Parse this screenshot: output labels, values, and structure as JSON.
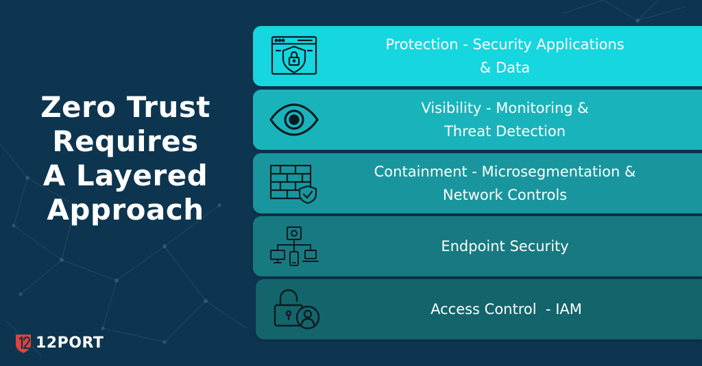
{
  "headline": {
    "lines": [
      "Zero Trust",
      "Requires",
      "A Layered",
      "Approach"
    ]
  },
  "layers": [
    {
      "icon": "browser-shield-lock-icon",
      "lines": [
        "Protection - Security Applications",
        "& Data"
      ],
      "color": "#16d6df"
    },
    {
      "icon": "eye-icon",
      "lines": [
        "Visibility - Monitoring &",
        "Threat Detection"
      ],
      "color": "#19b4bb"
    },
    {
      "icon": "firewall-shield-icon",
      "lines": [
        "Containment - Microsegmentation &",
        "Network Controls"
      ],
      "color": "#19969d"
    },
    {
      "icon": "network-devices-icon",
      "lines": [
        "Endpoint Security"
      ],
      "color": "#177a80"
    },
    {
      "icon": "lock-user-icon",
      "lines": [
        "Access Control  - IAM"
      ],
      "color": "#13656b"
    }
  ],
  "brand": {
    "name": "12PORT",
    "icon": "12port-logo-icon",
    "accent_color": "#e8403a"
  },
  "colors": {
    "background": "#0d3550",
    "text": "#ffffff",
    "icon_stroke": "#0b1a20"
  }
}
